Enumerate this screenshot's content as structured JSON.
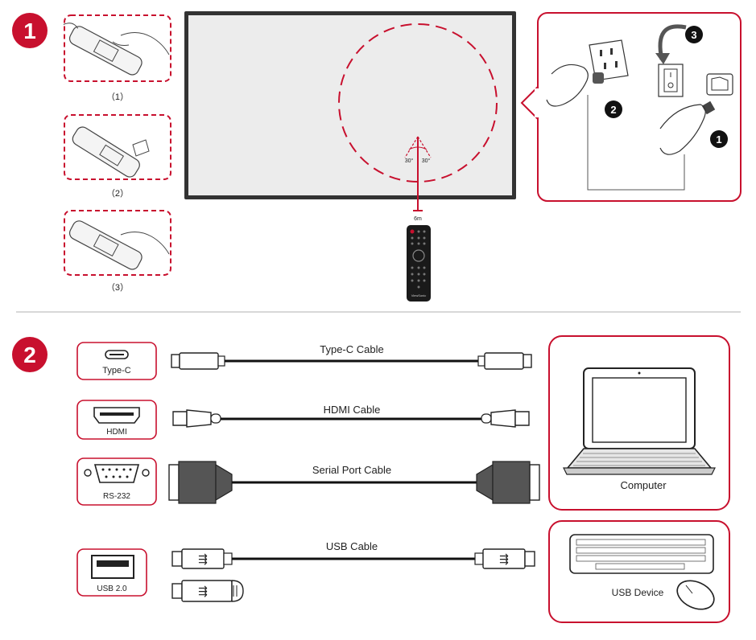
{
  "colors": {
    "accent": "#c8102e",
    "line": "#111111",
    "box": "#999999",
    "divider": "#cccccc"
  },
  "step1": {
    "badge": "1",
    "remote_steps": [
      "（1）",
      "（2）",
      "（3）"
    ],
    "angle_left": "30°",
    "angle_right": "30°",
    "distance": "6m",
    "remote_brand": "ViewSonic",
    "power_steps": [
      "1",
      "2",
      "3"
    ]
  },
  "step2": {
    "badge": "2",
    "ports": [
      "Type-C",
      "HDMI",
      "RS-232",
      "USB 2.0"
    ],
    "cables": [
      "Type-C Cable",
      "HDMI Cable",
      "Serial Port Cable",
      "USB Cable"
    ],
    "computer_label": "Computer",
    "usb_device_label": "USB Device"
  },
  "icons": [
    "remote-battery-icon",
    "display-icon",
    "remote-control-icon",
    "power-plug-icon",
    "wall-outlet-icon",
    "power-switch-icon",
    "laptop-icon",
    "keyboard-icon",
    "mouse-icon",
    "usb-flash-drive-icon"
  ]
}
